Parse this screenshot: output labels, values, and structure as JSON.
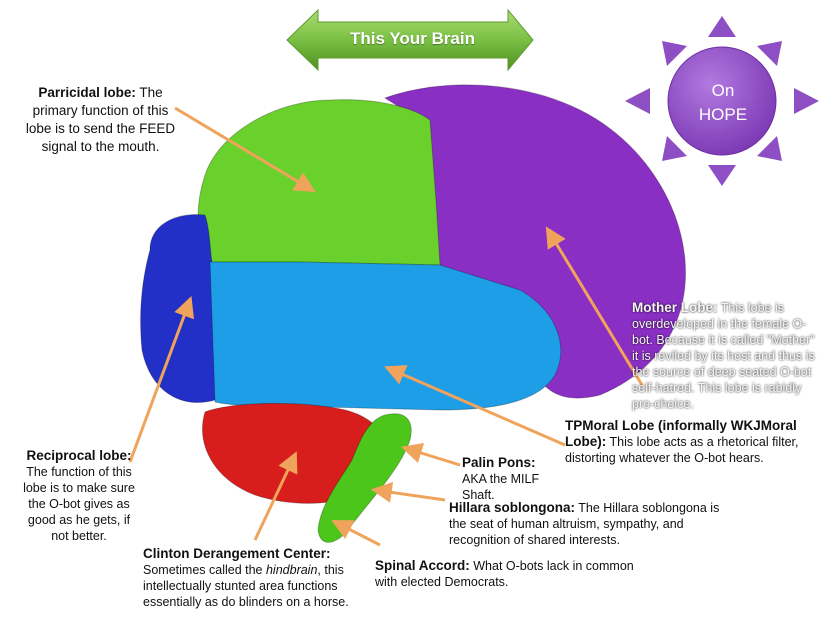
{
  "banner": {
    "text": "This Your Brain",
    "color": "#7ac043"
  },
  "badge": {
    "line1": "On",
    "line2": "HOPE",
    "color": "#8e4fc4"
  },
  "labels": {
    "parricidal": {
      "title": "Parricidal lobe:",
      "body": "The primary function of this lobe is to send the FEED signal to the mouth."
    },
    "mother": {
      "title": "Mother Lobe:",
      "body": "This lobe is overdeveloped in the female O-bot. Because it is called \"Mother\" it is reviled by its host and thus is the source of deep seated O-bot self-hatred. This lobe is rabidly pro-choice."
    },
    "tpmoral": {
      "title": "TPMoral Lobe (informally WKJMoral Lobe):",
      "body": "This lobe acts as a rhetorical filter, distorting whatever the O-bot hears."
    },
    "palin": {
      "title": "Palin Pons:",
      "body": "AKA the MILF Shaft."
    },
    "hillara": {
      "title": "Hillara soblongona:",
      "body": "The Hillara soblongona is the seat of human altruism, sympathy, and recognition of shared interests."
    },
    "spinal": {
      "title": "Spinal Accord:",
      "body": "What O-bots lack in common with elected Democrats."
    },
    "clinton": {
      "title": "Clinton Derangement Center:",
      "body_pre": "Sometimes called the ",
      "body_em": "hindbrain",
      "body_post": ", this intellectually stunted area functions essentially as do blinders on a horse."
    },
    "reciprocal": {
      "title": "Reciprocal lobe:",
      "body": "The function of this lobe is to make sure the O-bot gives as good as he gets, if not better."
    }
  },
  "colors": {
    "frontal": "#6ad12c",
    "parietal": "#8a2fc4",
    "occipital": "#2230c8",
    "temporal": "#1e9ee6",
    "cerebellum": "#d81d1d",
    "brainstem": "#4cc61a",
    "arrow": "#f0a35a"
  }
}
